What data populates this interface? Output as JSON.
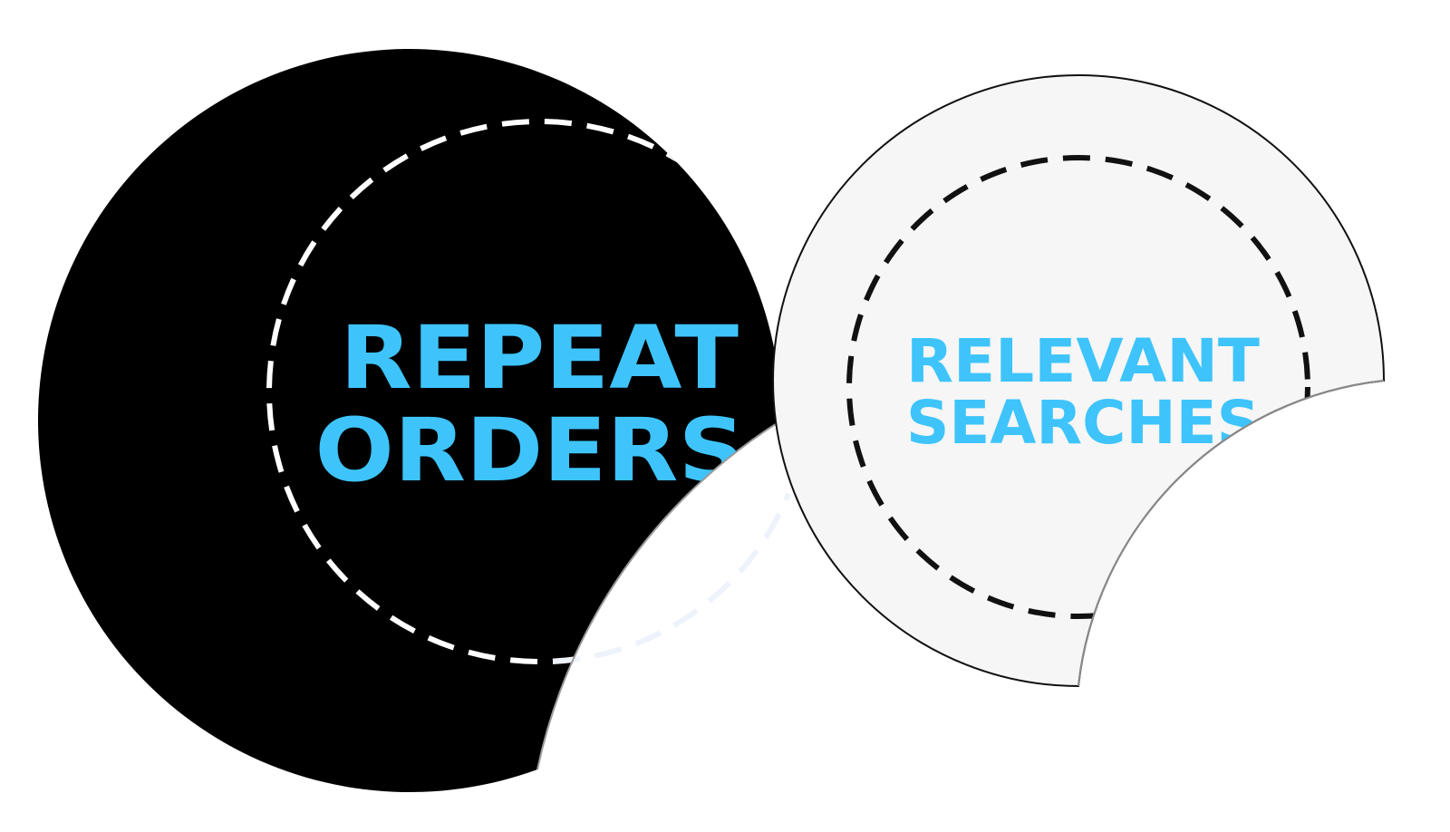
{
  "stickers": [
    {
      "name": "repeat-orders",
      "lines": [
        "REPEAT",
        "ORDERS"
      ],
      "fill": "#000000",
      "dash_color": "#ffffff",
      "text_color": "#3ec4fb"
    },
    {
      "name": "relevant-searches",
      "lines": [
        "RELEVANT",
        "SEARCHES"
      ],
      "fill": "#f6f6f6",
      "dash_color": "#111111",
      "text_color": "#3ec4fb"
    }
  ],
  "page_background": "#ffffff"
}
